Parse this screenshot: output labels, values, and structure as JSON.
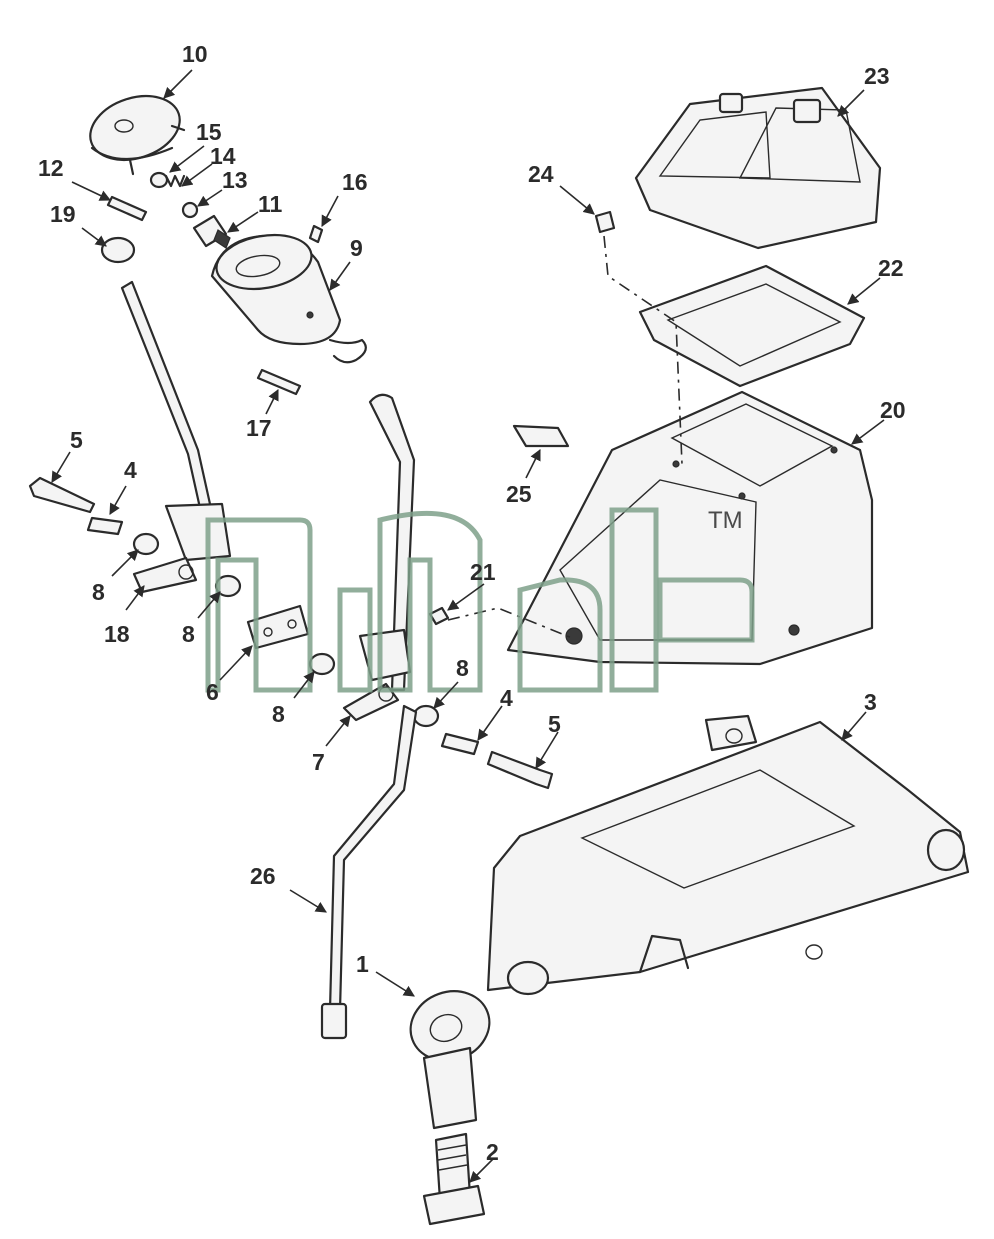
{
  "watermark": {
    "mark": "TM"
  },
  "callouts": [
    "10",
    "15",
    "14",
    "13",
    "12",
    "11",
    "16",
    "19",
    "9",
    "17",
    "5",
    "4",
    "8",
    "18",
    "8",
    "6",
    "8",
    "7",
    "8",
    "4",
    "5",
    "21",
    "25",
    "24",
    "23",
    "22",
    "20",
    "3",
    "26",
    "1",
    "2"
  ],
  "colors": {
    "line": "#2b2b2b",
    "watermark": "#7ea08a",
    "background": "#ffffff"
  }
}
